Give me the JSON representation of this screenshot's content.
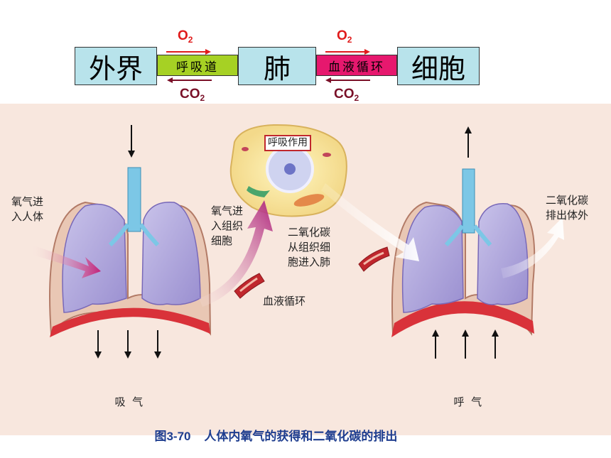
{
  "flow": {
    "outside": "外界",
    "respiratory_tract": "呼吸道",
    "lungs": "肺",
    "blood_circulation": "血液循环",
    "cells": "细胞",
    "o2_main": "O",
    "o2_sub": "2",
    "co2_main": "CO",
    "co2_sub": "2"
  },
  "figure": {
    "cell_label": "呼吸作用",
    "o2_enter_body": [
      "氧气进",
      "入人体"
    ],
    "o2_enter_cells": [
      "氧气进",
      "入组织",
      "细胞"
    ],
    "co2_to_lungs": [
      "二氧化碳",
      "从组织细",
      "胞进入肺"
    ],
    "blood_circ": "血液循环",
    "co2_out": [
      "二氧化碳",
      "排出体外"
    ],
    "inhale": "吸  气",
    "exhale": "呼  气",
    "caption": "图3-70    人体内氧气的获得和二氧化碳的排出"
  },
  "colors": {
    "box_fill": "#b8e3eb",
    "respiratory_bar": "#a6d124",
    "circulation_bar": "#e6186e",
    "o2_text": "#e01b1b",
    "co2_text": "#7a1028",
    "panel_bg": "#f8e7de"
  }
}
